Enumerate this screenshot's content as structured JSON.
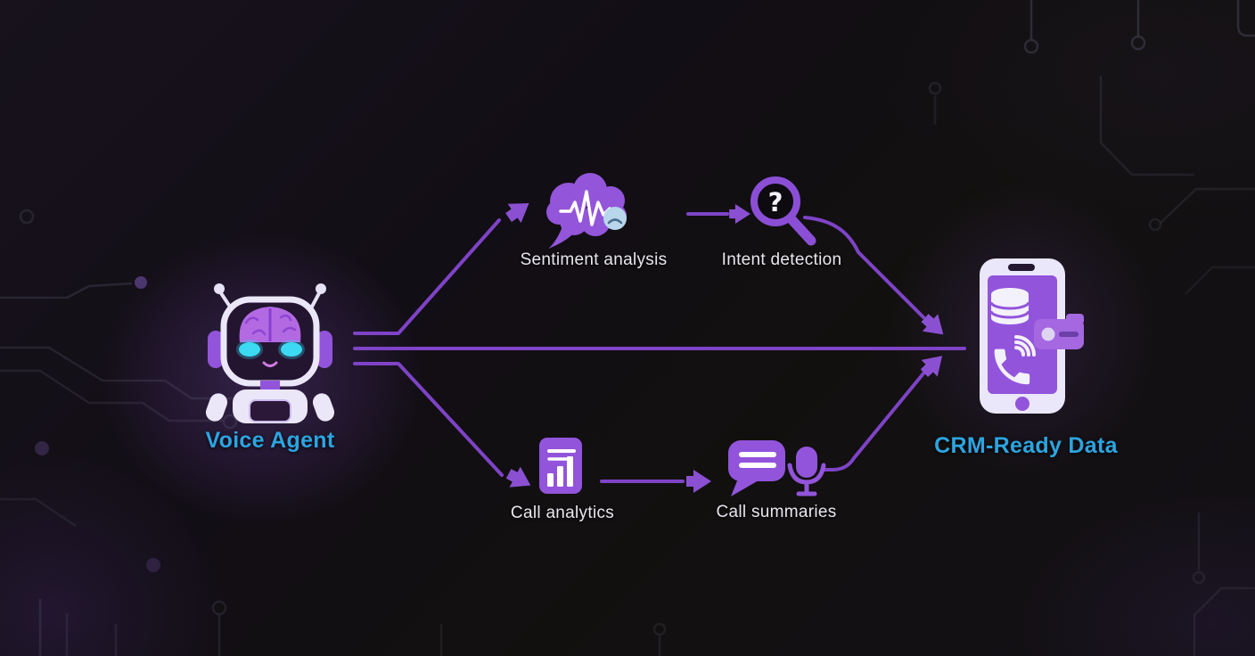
{
  "diagram": {
    "type": "flow-diagram",
    "theme": "dark-circuit-board",
    "nodes": {
      "voice_agent": {
        "label": "Voice Agent",
        "icon": "robot-icon"
      },
      "sentiment": {
        "label": "Sentiment analysis",
        "icon": "speech-cloud-waveform-icon"
      },
      "intent": {
        "label": "Intent detection",
        "icon": "magnifier-question-icon"
      },
      "analytics": {
        "label": "Call analytics",
        "icon": "document-bar-chart-icon"
      },
      "summaries": {
        "label": "Call summaries",
        "icon": "chat-bubble-and-mic-icon"
      },
      "crm": {
        "label": "CRM-Ready Data",
        "icon": "smartphone-database-phone-icon"
      }
    },
    "edges": [
      {
        "from": "voice_agent",
        "to": "sentiment",
        "arrow": true
      },
      {
        "from": "sentiment",
        "to": "intent",
        "arrow": true
      },
      {
        "from": "intent",
        "to": "crm",
        "arrow": true
      },
      {
        "from": "voice_agent",
        "to": "crm",
        "arrow": false
      },
      {
        "from": "voice_agent",
        "to": "analytics",
        "arrow": true
      },
      {
        "from": "analytics",
        "to": "summaries",
        "arrow": true
      },
      {
        "from": "summaries",
        "to": "crm",
        "arrow": true
      }
    ],
    "glyphs": {
      "question_mark": "?"
    },
    "colors": {
      "accent_purple": "#9254db",
      "line_purple": "#7e43c6",
      "arrow_purple": "#8b50d2",
      "robot_white": "#ebe7f9",
      "eye_cyan": "#3bdaf2",
      "brain_pink": "#b269e2",
      "label_white": "#e9e7ee",
      "label_cyan": "#2da4e0",
      "background": "#120e15"
    }
  }
}
